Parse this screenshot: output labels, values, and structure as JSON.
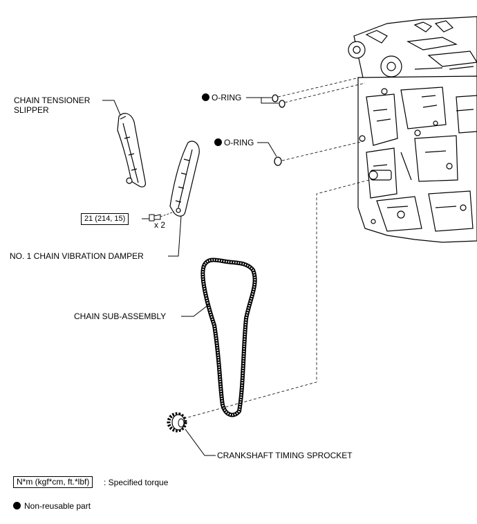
{
  "labels": {
    "chain_tensioner_slipper": [
      "CHAIN TENSIONER",
      "SLIPPER"
    ],
    "o_ring_upper": "O-RING",
    "o_ring_lower": "O-RING",
    "torque_value": "21 (214, 15)",
    "quantity": "x 2",
    "no1_chain_vibration_damper": "NO. 1 CHAIN VIBRATION DAMPER",
    "chain_sub_assembly": "CHAIN SUB-ASSEMBLY",
    "crankshaft_timing_sprocket": "CRANKSHAFT TIMING SPROCKET"
  },
  "legend": {
    "torque_unit": "N*m (kgf*cm, ft.*lbf)",
    "torque_desc": ": Specified torque",
    "nonreusable_desc": "Non-reusable part"
  },
  "icons": {
    "nonreusable_marker": "filled-circle-icon"
  }
}
